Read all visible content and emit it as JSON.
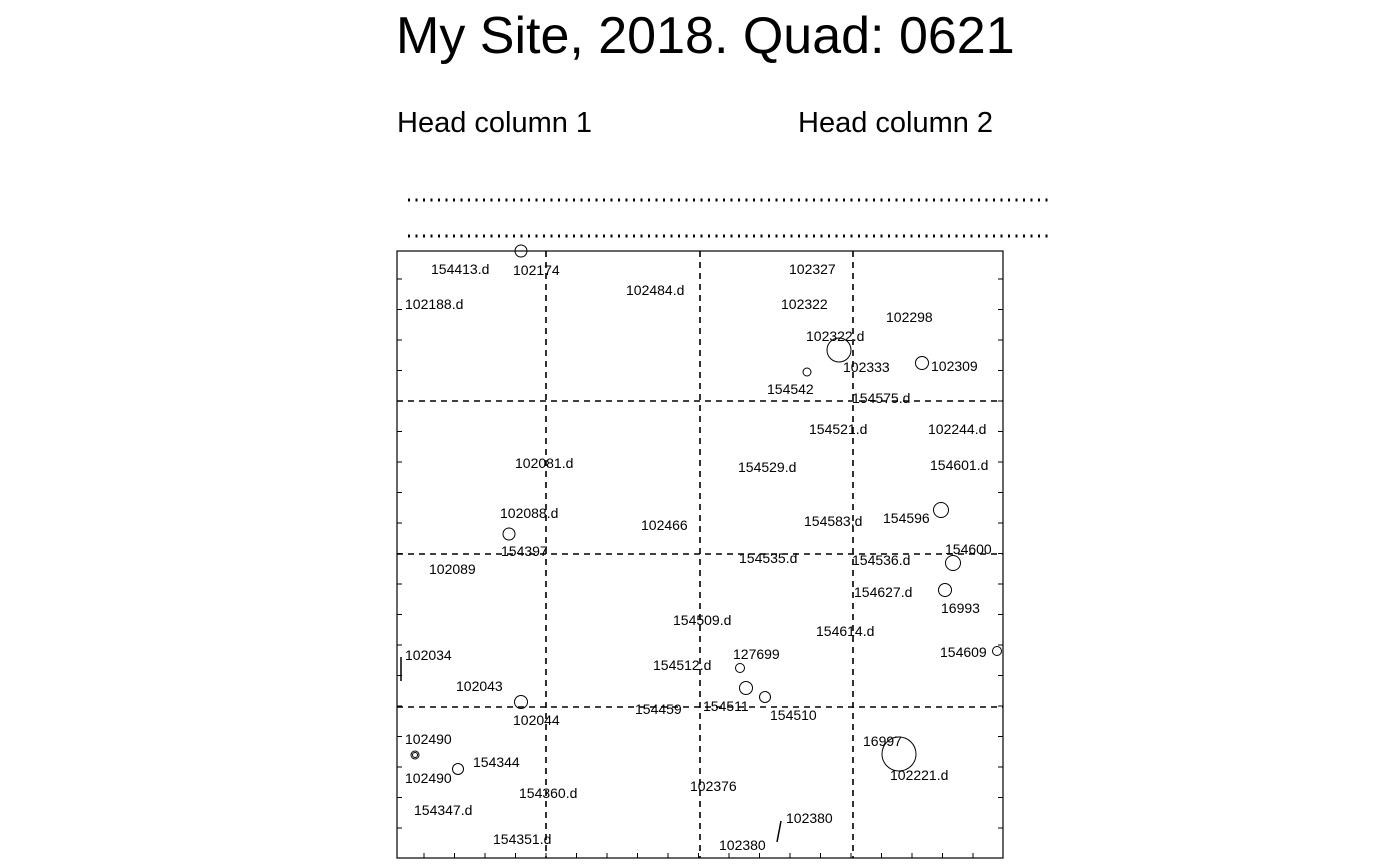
{
  "title": "My Site, 2018. Quad: 0621",
  "headers": {
    "col1": "Head column 1",
    "col2": "Head column 2"
  },
  "chart_data": {
    "type": "scatter",
    "labels": [
      {
        "text": "154413.d"
      },
      {
        "text": "102174"
      },
      {
        "text": "102327"
      },
      {
        "text": "102484.d"
      },
      {
        "text": "102188.d"
      },
      {
        "text": "102322"
      },
      {
        "text": "102298"
      },
      {
        "text": "102322.d"
      },
      {
        "text": "102333"
      },
      {
        "text": "102309"
      },
      {
        "text": "154542"
      },
      {
        "text": "154575.d"
      },
      {
        "text": "154521.d"
      },
      {
        "text": "102244.d"
      },
      {
        "text": "102081.d"
      },
      {
        "text": "154529.d"
      },
      {
        "text": "154601.d"
      },
      {
        "text": "102088.d"
      },
      {
        "text": "154583.d"
      },
      {
        "text": "154596"
      },
      {
        "text": "102466"
      },
      {
        "text": "154397"
      },
      {
        "text": "154600"
      },
      {
        "text": "154535.d"
      },
      {
        "text": "154536.d"
      },
      {
        "text": "102089"
      },
      {
        "text": "154627.d"
      },
      {
        "text": "16993"
      },
      {
        "text": "154509.d"
      },
      {
        "text": "154614.d"
      },
      {
        "text": "102034"
      },
      {
        "text": "127699"
      },
      {
        "text": "154609"
      },
      {
        "text": "154512.d"
      },
      {
        "text": "102043"
      },
      {
        "text": "154511"
      },
      {
        "text": "154459"
      },
      {
        "text": "154510"
      },
      {
        "text": "102044"
      },
      {
        "text": "102490"
      },
      {
        "text": "16997"
      },
      {
        "text": "154344"
      },
      {
        "text": "102490"
      },
      {
        "text": "102221.d"
      },
      {
        "text": "102376"
      },
      {
        "text": "154360.d"
      },
      {
        "text": "154347.d"
      },
      {
        "text": "102380"
      },
      {
        "text": "154351.d"
      },
      {
        "text": "102380"
      }
    ],
    "grid": true
  }
}
